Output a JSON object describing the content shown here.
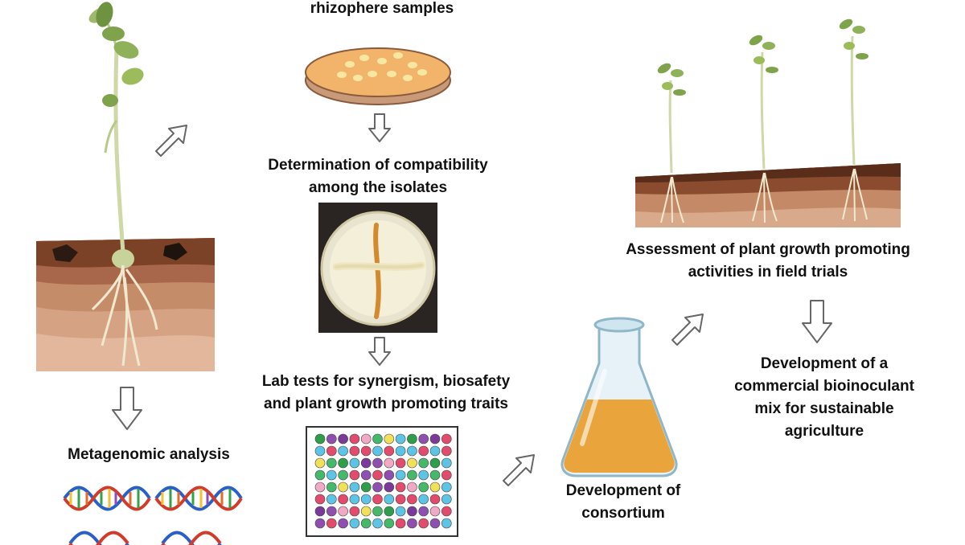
{
  "labels": {
    "rhizosphere": "rhizophere samples",
    "compatibility_1": "Determination of compatibility",
    "compatibility_2": "among the isolates",
    "labtests_1": "Lab tests for synergism, biosafety",
    "labtests_2": "and plant growth promoting traits",
    "metagenomic": "Metagenomic analysis",
    "consortium_1": "Development of",
    "consortium_2": "consortium",
    "assessment_1": "Assessment of plant growth promoting",
    "assessment_2": "activities in field trials",
    "commercial_1": "Development of a",
    "commercial_2": "commercial bioinoculant",
    "commercial_3": "mix for sustainable",
    "commercial_4": "agriculture"
  },
  "colors": {
    "agar": "#f2b46a",
    "colony": "#f7e7a0",
    "soil_dark": "#6b3a22",
    "soil_mid": "#b0704a",
    "soil_light": "#e2b79b",
    "leaf": "#7fa34a",
    "flask_liquid": "#e9a53c",
    "flask_glass": "#cfe6f0",
    "arrow": "#ffffff",
    "arrow_stroke": "#666666"
  },
  "well_palette": [
    "#2e9e4a",
    "#e24b6b",
    "#f1e05a",
    "#8f4fb0",
    "#f2a9c6",
    "#5ec4e6",
    "#7a3a9a",
    "#45b86a"
  ]
}
